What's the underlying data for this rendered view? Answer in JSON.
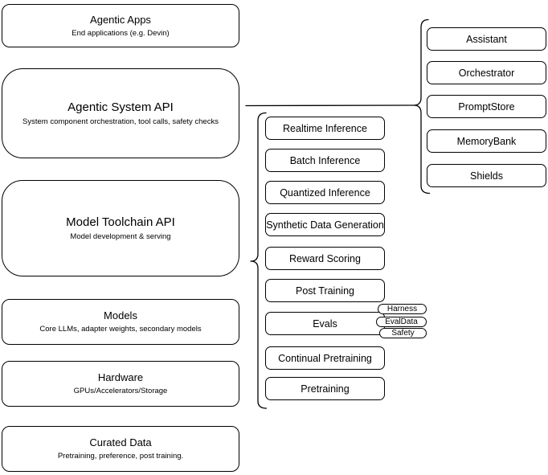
{
  "diagram": {
    "colors": {
      "stroke": "#000000",
      "fill": "#ffffff",
      "text": "#000000"
    },
    "left_column": {
      "boxes": [
        {
          "title": "Agentic Apps",
          "subtitle": "End applications (e.g. Devin)"
        },
        {
          "title": "Agentic System API",
          "subtitle": "System component orchestration, tool calls, safety checks"
        },
        {
          "title": "Model Toolchain API",
          "subtitle": "Model development & serving"
        },
        {
          "title": "Models",
          "subtitle": "Core LLMs, adapter weights, secondary models"
        },
        {
          "title": "Hardware",
          "subtitle": "GPUs/Accelerators/Storage"
        },
        {
          "title": "Curated Data",
          "subtitle": "Pretraining, preference, post training."
        }
      ]
    },
    "middle_column": {
      "items": [
        "Realtime Inference",
        "Batch Inference",
        "Quantized Inference",
        "Synthetic Data Generation",
        "Reward Scoring",
        "Post Training",
        "Evals",
        "Continual Pretraining",
        "Pretraining"
      ]
    },
    "evals_tags": {
      "items": [
        "Harness",
        "EvalData",
        "Safety"
      ]
    },
    "right_column": {
      "items": [
        "Assistant",
        "Orchestrator",
        "PromptStore",
        "MemoryBank",
        "Shields"
      ]
    }
  }
}
